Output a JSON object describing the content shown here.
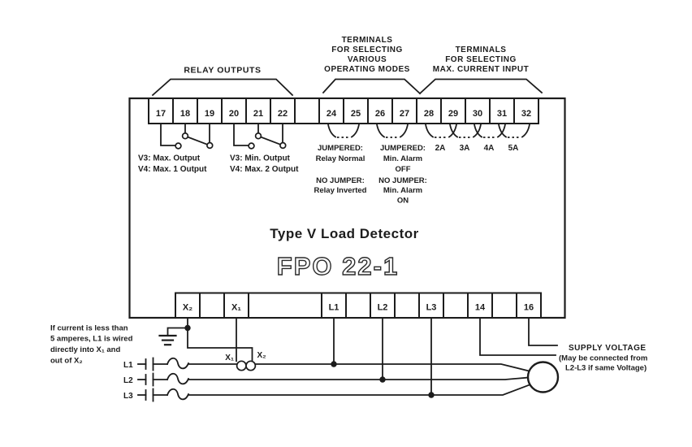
{
  "colors": {
    "ink": "#1c1c1c",
    "paper": "#ffffff"
  },
  "device": {
    "title": "Type V Load Detector",
    "model": "FPO 22-1"
  },
  "headers": {
    "relay_outputs": "RELAY OUTPUTS",
    "operating_modes": {
      "line1": "TERMINALS",
      "line2": "FOR SELECTING",
      "line3": "VARIOUS",
      "line4": "OPERATING MODES"
    },
    "current_input": {
      "line1": "TERMINALS",
      "line2": "FOR SELECTING",
      "line3": "MAX. CURRENT INPUT"
    }
  },
  "top_terminals": [
    "17",
    "18",
    "19",
    "20",
    "21",
    "22",
    "",
    "24",
    "25",
    "26",
    "27",
    "28",
    "29",
    "30",
    "31",
    "32"
  ],
  "bottom_terminals": {
    "x2": "X₂",
    "x1": "X₁",
    "l1": "L1",
    "l2": "L2",
    "l3": "L3",
    "t14": "14",
    "t16": "16"
  },
  "relay_contact_notes": {
    "max": {
      "line1": "V3: Max. Output",
      "line2": "V4: Max. 1 Output"
    },
    "min": {
      "line1": "V3: Min. Output",
      "line2": "V4: Max. 2 Output"
    }
  },
  "mode_notes": {
    "relay": {
      "jumpered": "JUMPERED:",
      "jumpered_effect": "Relay Normal",
      "no_jumper": "NO JUMPER:",
      "no_jumper_effect": "Relay Inverted"
    },
    "alarm": {
      "jumpered": "JUMPERED:",
      "jumpered_effect1": "Min. Alarm",
      "jumpered_effect2": "OFF",
      "no_jumper": "NO JUMPER:",
      "no_jumper_effect1": "Min. Alarm",
      "no_jumper_effect2": "ON"
    }
  },
  "current_ratings": [
    "2A",
    "3A",
    "4A",
    "5A"
  ],
  "side_note": {
    "line1": "If current is less than",
    "line2": "5 amperes, L1 is wired",
    "line3": "directly into X₁ and",
    "line4": "out of X₂"
  },
  "ct": {
    "x1": "X₁",
    "x2": "X₂"
  },
  "feed_lines": {
    "l1": "L1",
    "l2": "L2",
    "l3": "L3"
  },
  "supply_note": {
    "line1": "SUPPLY VOLTAGE",
    "line2": "(May be connected from",
    "line3": "L2-L3 if same Voltage)"
  }
}
